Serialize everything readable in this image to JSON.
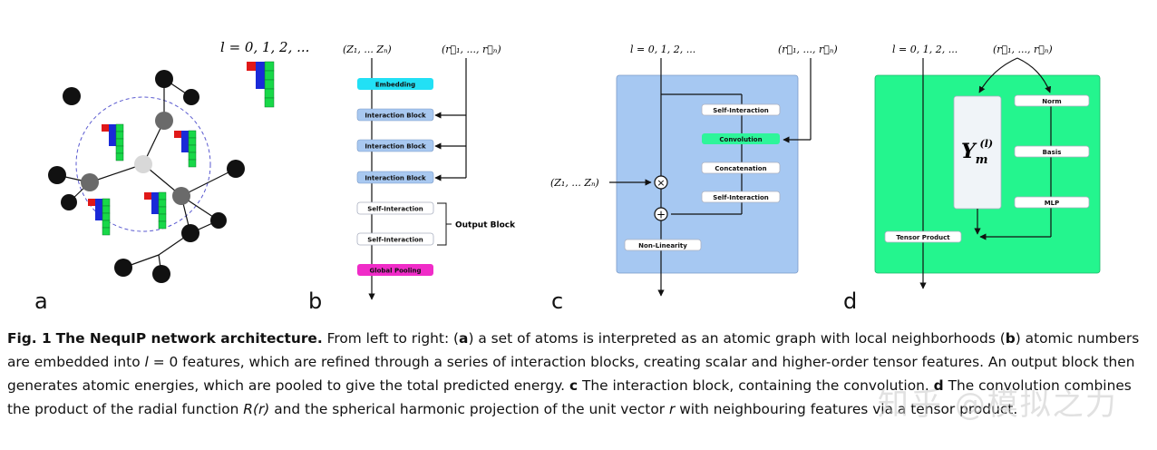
{
  "panels": {
    "a": {
      "letter": "a",
      "l_label": "l = 0, 1, 2, ..."
    },
    "b": {
      "letter": "b",
      "inputs": {
        "z": "(Z₁, ... Zₙ)",
        "r": "(r⃗₁, ..., r⃗ₙ)"
      },
      "blocks": [
        "Embedding",
        "Interaction Block",
        "Interaction Block",
        "Interaction Block",
        "Self-Interaction",
        "Self-Interaction",
        "Global Pooling"
      ],
      "output_block": "Output Block"
    },
    "c": {
      "letter": "c",
      "l_label": "l = 0, 1, 2, ...",
      "r_label": "(r⃗₁, ..., r⃗ₙ)",
      "z_label": "(Z₁, ... Zₙ)",
      "blocks": [
        "Self-Interaction",
        "Convolution",
        "Concatenation",
        "Self-Interaction"
      ],
      "nonlin": "Non-Linearity",
      "times": "×",
      "plus": "+"
    },
    "d": {
      "letter": "d",
      "l_label": "l = 0, 1, 2, ...",
      "r_label": "(r⃗₁, ..., r⃗ₙ)",
      "ylm": "Y",
      "ylm_sub": "m",
      "ylm_sup": "(l)",
      "blocks": [
        "Norm",
        "Basis",
        "MLP"
      ],
      "tensor": "Tensor Product"
    }
  },
  "colors": {
    "embedding": "#22e0f5",
    "interaction": "#a8c8f0",
    "convolution": "#2ef59a",
    "global_pooling": "#f02cc8",
    "panel_c_bg": "#a6c8f2",
    "panel_d_bg": "#24f58e",
    "node_dark": "#111111",
    "node_gray": "#6a6a6a",
    "node_light": "#d8d8d8",
    "circle": "#5a5ad0",
    "feat_red": "#e01818",
    "feat_blue": "#1a2ad8",
    "feat_green": "#18d848"
  },
  "caption": {
    "fig": "Fig. 1",
    "title": "The NequIP network architecture.",
    "t1": " From left to right: (",
    "a": "a",
    "t2": ") a set of atoms is interpreted as an atomic graph with local neighborhoods (",
    "b": "b",
    "t3": ") atomic numbers are embedded into ",
    "l": "l",
    "t4": " = 0 features, which are refined through a series of interaction blocks, creating scalar and higher-order tensor features. An output block then generates atomic energies, which are pooled to give the total predicted energy. ",
    "c": "c",
    "t5": " The interaction block, containing the convolution. ",
    "d": "d",
    "t6": " The convolution combines the product of the radial function ",
    "rr": "R(r)",
    "t7": " and the spherical harmonic projection of the unit vector ",
    "rij": "r",
    "t8": " with neighbouring features via a tensor product."
  },
  "watermark": "知乎 @模拟之力"
}
